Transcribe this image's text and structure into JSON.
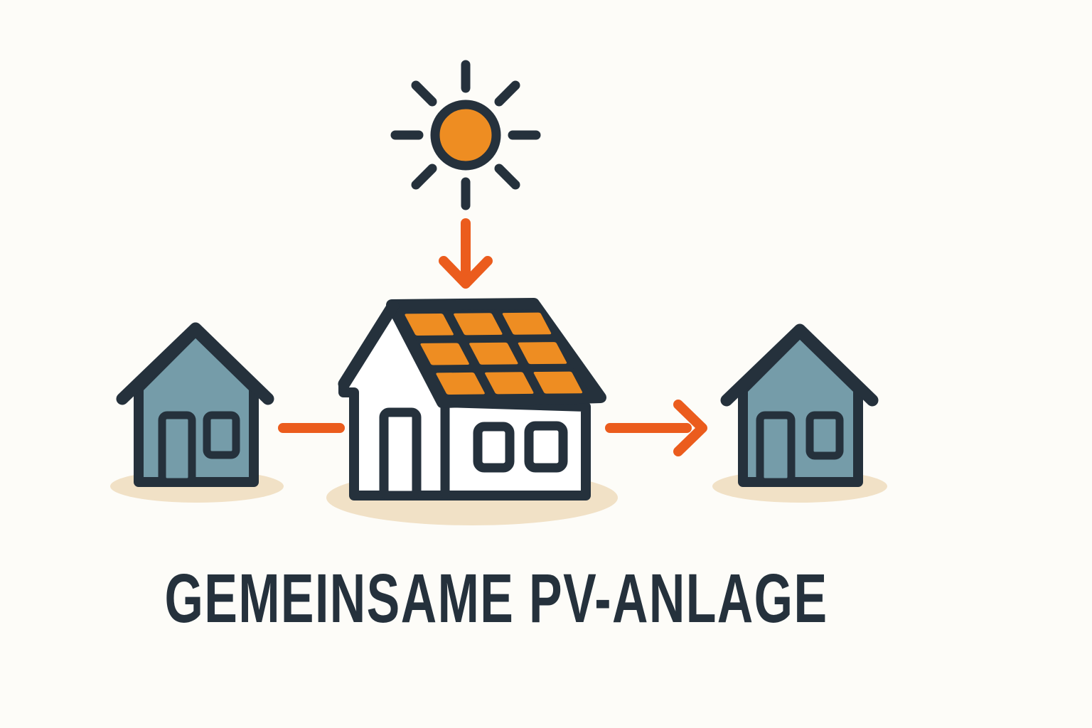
{
  "title": "GEMEINSAME PV-ANLAGE",
  "colors": {
    "background": "#FDFCF8",
    "ink": "#25313C",
    "solar_orange": "#EE8D22",
    "arrow_orange": "#EB5C1D",
    "house_blue": "#759CA9",
    "shadow_beige": "#F1E1C6",
    "house_white": "#FFFFFF"
  },
  "icons": [
    {
      "name": "sun-icon",
      "glyph": "sun with 8 rays"
    },
    {
      "name": "down-arrow-icon",
      "glyph": "orange arrow, sun to solar roof"
    },
    {
      "name": "house-left-icon",
      "glyph": "small blue house with door and window"
    },
    {
      "name": "solar-house-icon",
      "glyph": "white house with 3x3 orange rooftop PV panels"
    },
    {
      "name": "house-right-icon",
      "glyph": "small blue house with door and window"
    },
    {
      "name": "left-connector-line",
      "glyph": "orange line, left house to solar house"
    },
    {
      "name": "right-arrow-icon",
      "glyph": "orange arrow, solar house to right house"
    }
  ],
  "diagram": {
    "nodes": [
      "left neighbor house",
      "house with shared PV system",
      "right neighbor house",
      "sun"
    ],
    "flows": [
      "sun -> solar roof (down arrow)",
      "left house - solar house (connector line)",
      "solar house -> right house (arrow)"
    ]
  }
}
